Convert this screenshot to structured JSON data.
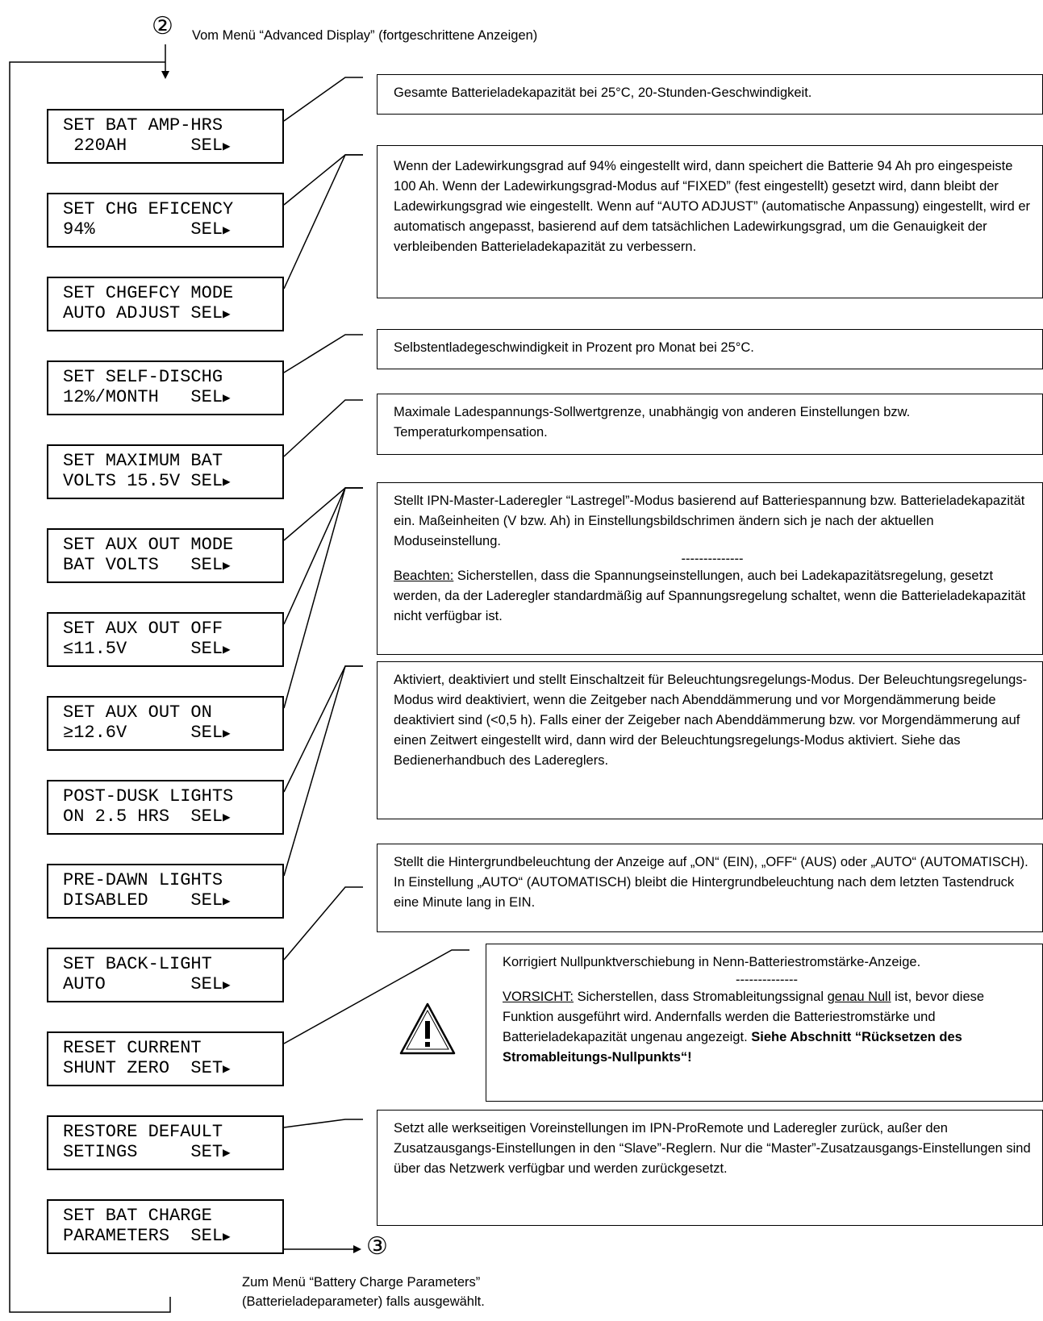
{
  "entry": {
    "marker": "②",
    "caption": "Vom Menü “Advanced Display” (fortgeschrittene Anzeigen)"
  },
  "screens": [
    {
      "line1": "SET BAT AMP-HRS",
      "line2": " 220AH      SEL"
    },
    {
      "line1": "SET CHG EFICENCY",
      "line2": "94%         SEL"
    },
    {
      "line1": "SET CHGEFCY MODE",
      "line2": "AUTO ADJUST SEL"
    },
    {
      "line1": "SET SELF-DISCHG",
      "line2": "12%/MONTH   SEL"
    },
    {
      "line1": "SET MAXIMUM BAT",
      "line2": "VOLTS 15.5V SEL"
    },
    {
      "line1": "SET AUX OUT MODE",
      "line2": "BAT VOLTS   SEL"
    },
    {
      "line1": "SET AUX OUT OFF",
      "line2": "≤11.5V      SEL"
    },
    {
      "line1": "SET AUX OUT ON",
      "line2": "≥12.6V      SEL"
    },
    {
      "line1": "POST-DUSK LIGHTS",
      "line2": "ON 2.5 HRS  SEL"
    },
    {
      "line1": "PRE-DAWN LIGHTS",
      "line2": "DISABLED    SEL"
    },
    {
      "line1": "SET BACK-LIGHT",
      "line2": "AUTO        SEL"
    },
    {
      "line1": "RESET CURRENT",
      "line2": "SHUNT ZERO  SET"
    },
    {
      "line1": "RESTORE DEFAULT",
      "line2": "SETINGS     SET"
    },
    {
      "line1": "SET BAT CHARGE",
      "line2": "PARAMETERS  SEL"
    }
  ],
  "arrow_glyph": "▶",
  "descriptions": {
    "amp_hrs": "Gesamte Batterieladekapazität bei 25°C, 20-Stunden-Geschwindigkeit.",
    "efficiency": "Wenn der Ladewirkungsgrad auf 94% eingestellt wird, dann speichert die Batterie 94 Ah pro eingespeiste 100 Ah. Wenn der Ladewirkungsgrad-Modus auf “FIXED” (fest eingestellt) gesetzt wird, dann bleibt der Ladewirkungsgrad wie eingestellt. Wenn auf “AUTO ADJUST” (automatische Anpassung) eingestellt, wird er automatisch angepasst, basierend auf dem tatsächlichen Ladewirkungsgrad, um die Genauigkeit der verbleibenden Batterieladekapazität zu verbessern.",
    "self_discharge": "Selbstentladegeschwindigkeit in Prozent pro Monat bei 25°C.",
    "max_volts": "Maximale Ladespannungs-Sollwertgrenze, unabhängig von anderen Einstellungen bzw. Temperaturkompensation.",
    "aux_mode": "Stellt IPN-Master-Laderegler “Lastregel”-Modus basierend auf Batteriespannung bzw. Batterieladekapazität ein. Maßeinheiten (V bzw. Ah) in Einstellungsbildschrimen ändern sich je nach der aktuellen Moduseinstellung.",
    "aux_sep": "--------------",
    "aux_note_label": "Beachten:",
    "aux_note": " Sicherstellen, dass die Spannungseinstellungen, auch bei Ladekapazitätsregelung, gesetzt werden, da der Laderegler standardmäßig auf Spannungsregelung schaltet, wenn die Batterieladekapazität nicht verfügbar ist.",
    "lights": "Aktiviert, deaktiviert und stellt Einschaltzeit für Beleuchtungsregelungs-Modus. Der Beleuchtungsregelungs-Modus wird deaktiviert, wenn die Zeitgeber nach Abenddämmerung und vor Morgendämmerung beide deaktiviert sind (<0,5 h). Falls einer der Zeigeber nach Abenddämmerung bzw. vor Morgendämmerung auf einen Zeitwert eingestellt wird, dann wird der Beleuchtungsregelungs-Modus aktiviert. Siehe das Bedienerhandbuch des Ladereglers.",
    "backlight": "Stellt die Hintergrundbeleuchtung der Anzeige auf „ON“ (EIN), „OFF“ (AUS) oder „AUTO“ (AUTOMATISCH). In Einstellung „AUTO“ (AUTOMATISCH) bleibt die Hintergrundbeleuchtung nach dem letzten Tastendruck eine Minute lang in EIN.",
    "shunt": "Korrigiert Nullpunktverschiebung in Nenn-Batteriestromstärke-Anzeige.",
    "shunt_sep": "--------------",
    "shunt_caution_label": "VORSICHT:",
    "shunt_caution_a": " Sicherstellen, dass Stromableitungssignal ",
    "shunt_caution_u": "genau Null",
    "shunt_caution_b": " ist, bevor diese Funktion ausgeführt wird. Andernfalls werden die Batteriestromstärke und Batterieladekapazität ungenau angezeigt. ",
    "shunt_caution_bold": "Siehe Abschnitt “Rücksetzen des Stromableitungs-Nullpunkts“!",
    "restore": "Setzt alle werkseitigen Voreinstellungen im IPN-ProRemote und Laderegler zurück, außer den Zusatzausgangs-Einstellungen in den “Slave”-Reglern. Nur die “Master”-Zusatzausgangs-Einstellungen sind über das Netzwerk verfügbar und werden zurückgesetzt."
  },
  "exit": {
    "marker": "③",
    "caption_line1": "Zum Menü “Battery Charge Parameters”",
    "caption_line2": "(Batterieladeparameter) falls ausgewählt."
  }
}
